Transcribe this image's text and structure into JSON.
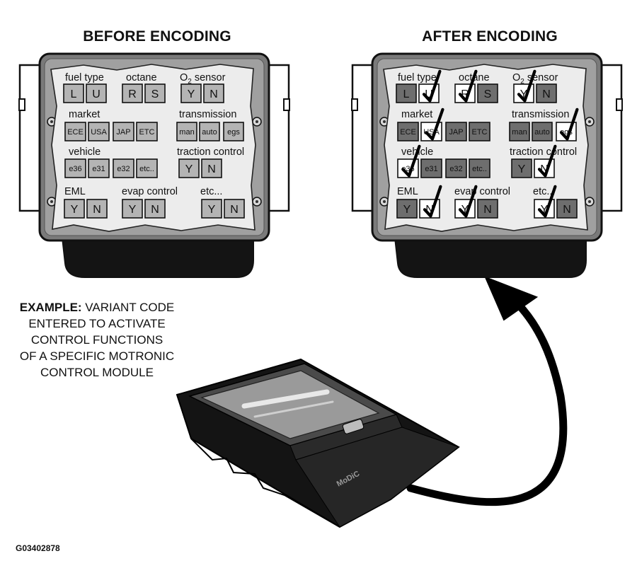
{
  "headings": {
    "before": "BEFORE ENCODING",
    "after": "AFTER ENCODING"
  },
  "groups": {
    "fuel_type": "fuel type",
    "octane": "octane",
    "o2_sensor_prefix": "O",
    "o2_sensor_sub": "2",
    "o2_sensor_suffix": " sensor",
    "market": "market",
    "transmission": "transmission",
    "vehicle": "vehicle",
    "traction_control": "traction control",
    "eml": "EML",
    "evap_control": "evap control",
    "etc": "etc..."
  },
  "options": {
    "fuel_type": [
      "L",
      "U"
    ],
    "octane": [
      "R",
      "S"
    ],
    "o2_sensor": [
      "Y",
      "N"
    ],
    "market": [
      "ECE",
      "USA",
      "JAP",
      "ETC"
    ],
    "transmission": [
      "man",
      "auto",
      "egs"
    ],
    "vehicle": [
      "e36",
      "e31",
      "e32",
      "etc.."
    ],
    "traction_control": [
      "Y",
      "N"
    ],
    "eml": [
      "Y",
      "N"
    ],
    "evap_control": [
      "Y",
      "N"
    ],
    "etc": [
      "Y",
      "N"
    ]
  },
  "after_selected": {
    "fuel_type": "U",
    "octane": "R",
    "o2_sensor": "Y",
    "market": "USA",
    "transmission": "egs",
    "vehicle": "e36",
    "traction_control": "N",
    "eml": "N",
    "evap_control": "Y",
    "etc": "Y"
  },
  "example": {
    "bold": "EXAMPLE:",
    "line1_rest": " VARIANT CODE",
    "line2": "ENTERED TO ACTIVATE",
    "line3": "CONTROL FUNCTIONS",
    "line4": "OF A SPECIFIC MOTRONIC",
    "line5": "CONTROL MODULE"
  },
  "tester_logo": "MoDiC",
  "figure_code": "G03402878",
  "colors": {
    "outline": "#111111",
    "housing": "#7a7a7a",
    "housing_light": "#a0a0a0",
    "panel": "#ececec",
    "option_before": "#b4b4b4",
    "option_after_unselected": "#6e6e6e",
    "option_after_selected": "#ffffff",
    "connector": "#141414"
  },
  "icons": {
    "checkmark": "checkmark-icon",
    "screw": "screw-icon",
    "arrow": "arrow-icon"
  }
}
